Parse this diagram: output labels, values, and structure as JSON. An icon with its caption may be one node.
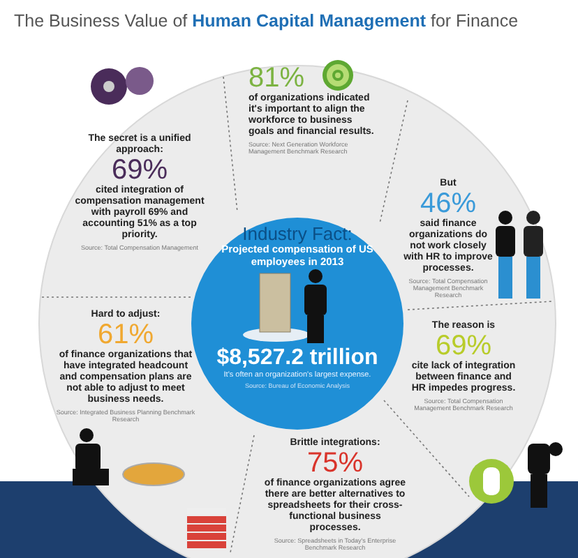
{
  "diagram": {
    "title": "The Business Value of **Human Capital Management** for Finance",
    "nodes": [
      {
        "text": [
          "81%",
          "of organizations indicated it's important to align the workforce to business goals and financial results.",
          "Source: Next Generation Workforce Management Benchmark Research"
        ]
      },
      {
        "text": [
          "The secret is a unified approach:",
          "69%",
          "cited integration of compensation management with payroll 69% and accounting 51% as a top priority.",
          "Source: Total Compensation Management"
        ]
      },
      {
        "text": [
          "But",
          "46%",
          "said finance organizations do not work closely with HR to improve processes.",
          "Source: Total Compensation Management Benchmark Research"
        ]
      },
      {
        "text": [
          "Industry Fact:",
          "Projected compensation of US employees in 2013",
          "$8,527.2 trillion",
          "It's often an organization's largest expense.",
          "Source: Bureau of Economic Analysis"
        ]
      },
      {
        "text": [
          "Hard to adjust:",
          "61%",
          "of finance organizations that have integrated headcount and compensation plans are not able to adjust to meet business needs.",
          "Source: Integrated Business Planning Benchmark Research"
        ]
      },
      {
        "text": [
          "The reason is",
          "69%",
          "cite lack of integration between finance and HR impedes progress.",
          "Source: Total Compensation Management Benchmark Research"
        ]
      },
      {
        "text": [
          "Brittle integrations:",
          "75%",
          "of finance organizations agree there are better alternatives to spreadsheets for their cross-functional business processes.",
          "Source: Spreadsheets in Today's Enterprise Benchmark Research"
        ]
      }
    ]
  }
}
